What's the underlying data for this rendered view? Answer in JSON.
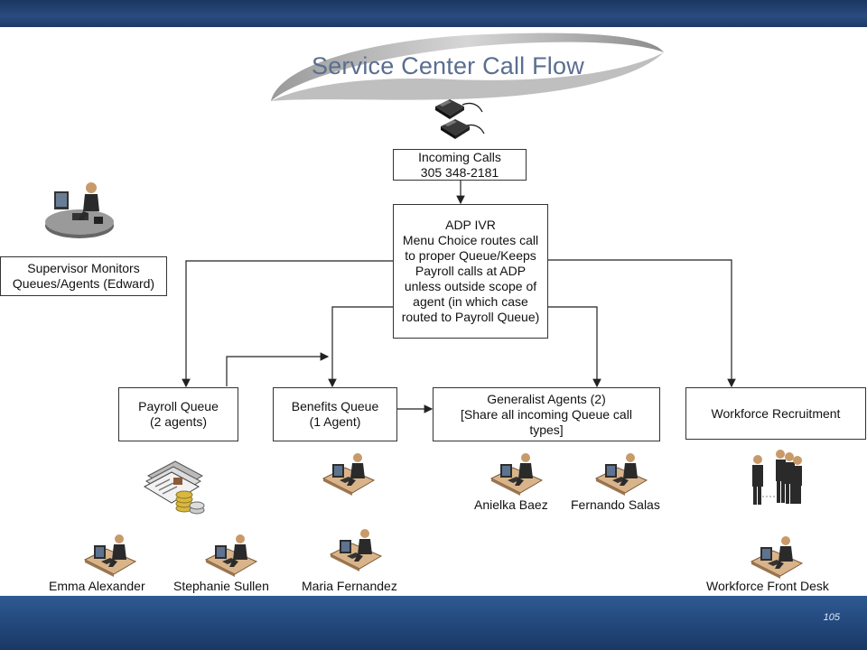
{
  "title": "Service Center Call Flow",
  "page_number": "105",
  "nodes": {
    "incoming": [
      "Incoming Calls",
      "305 348-2181"
    ],
    "ivr": [
      "ADP IVR",
      "Menu Choice routes call",
      "to proper Queue/Keeps",
      "Payroll calls at ADP",
      "unless outside scope of",
      "agent (in which case",
      "routed to Payroll Queue)"
    ],
    "supervisor": [
      "Supervisor Monitors",
      "Queues/Agents (Edward)"
    ],
    "payroll": [
      "Payroll Queue",
      "(2 agents)"
    ],
    "benefits": [
      "Benefits Queue",
      "(1 Agent)"
    ],
    "generalist": [
      "Generalist Agents (2)",
      "[Share all incoming Queue call",
      "types]"
    ],
    "workforce": [
      "Workforce Recruitment"
    ]
  },
  "agents": {
    "emma": "Emma Alexander",
    "stephanie": "Stephanie Sullen",
    "maria": "Maria Fernandez",
    "anielka": "Anielka Baez",
    "fernando": "Fernando Salas",
    "front_desk": "Workforce Front Desk"
  },
  "icons": [
    "telephone-icon",
    "supervisor-workstation-icon",
    "documents-coins-icon",
    "agent-workstation-icon",
    "staff-group-icon"
  ]
}
